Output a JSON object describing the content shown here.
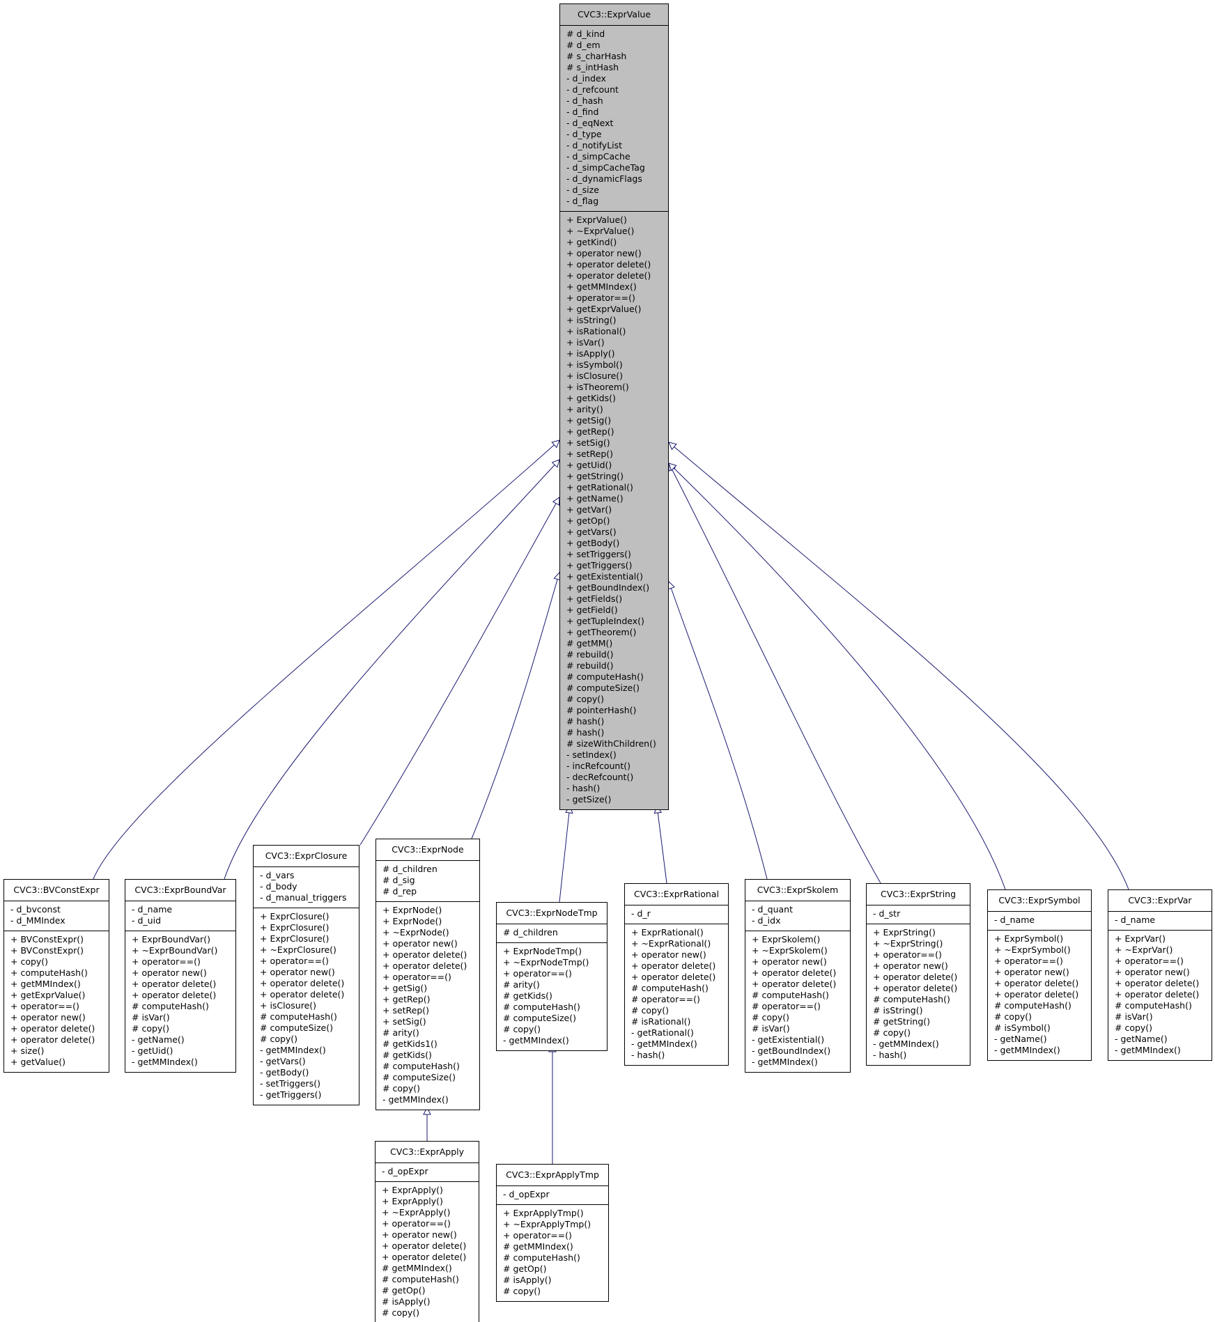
{
  "diagram": {
    "colors": {
      "base_fill": "#bfbfbf",
      "box_fill": "#ffffff",
      "edge": "#191970",
      "border": "#000000"
    },
    "classes": {
      "ExprValue": {
        "title": "CVC3::ExprValue",
        "attributes": [
          "# d_kind",
          "# d_em",
          "# s_charHash",
          "# s_intHash",
          "- d_index",
          "- d_refcount",
          "- d_hash",
          "- d_find",
          "- d_eqNext",
          "- d_type",
          "- d_notifyList",
          "- d_simpCache",
          "- d_simpCacheTag",
          "- d_dynamicFlags",
          "- d_size",
          "- d_flag"
        ],
        "methods": [
          "+ ExprValue()",
          "+ ~ExprValue()",
          "+ getKind()",
          "+ operator new()",
          "+ operator delete()",
          "+ operator delete()",
          "+ getMMIndex()",
          "+ operator==()",
          "+ getExprValue()",
          "+ isString()",
          "+ isRational()",
          "+ isVar()",
          "+ isApply()",
          "+ isSymbol()",
          "+ isClosure()",
          "+ isTheorem()",
          "+ getKids()",
          "+ arity()",
          "+ getSig()",
          "+ getRep()",
          "+ setSig()",
          "+ setRep()",
          "+ getUid()",
          "+ getString()",
          "+ getRational()",
          "+ getName()",
          "+ getVar()",
          "+ getOp()",
          "+ getVars()",
          "+ getBody()",
          "+ setTriggers()",
          "+ getTriggers()",
          "+ getExistential()",
          "+ getBoundIndex()",
          "+ getFields()",
          "+ getField()",
          "+ getTupleIndex()",
          "+ getTheorem()",
          "# getMM()",
          "# rebuild()",
          "# rebuild()",
          "# computeHash()",
          "# computeSize()",
          "# copy()",
          "# pointerHash()",
          "# hash()",
          "# hash()",
          "# sizeWithChildren()",
          "- setIndex()",
          "- incRefcount()",
          "- decRefcount()",
          "- hash()",
          "- getSize()"
        ]
      },
      "BVConstExpr": {
        "title": "CVC3::BVConstExpr",
        "attributes": [
          "- d_bvconst",
          "- d_MMIndex"
        ],
        "methods": [
          "+ BVConstExpr()",
          "+ BVConstExpr()",
          "+ copy()",
          "+ computeHash()",
          "+ getMMIndex()",
          "+ getExprValue()",
          "+ operator==()",
          "+ operator new()",
          "+ operator delete()",
          "+ operator delete()",
          "+ size()",
          "+ getValue()"
        ]
      },
      "ExprBoundVar": {
        "title": "CVC3::ExprBoundVar",
        "attributes": [
          "- d_name",
          "- d_uid"
        ],
        "methods": [
          "+ ExprBoundVar()",
          "+ ~ExprBoundVar()",
          "+ operator==()",
          "+ operator new()",
          "+ operator delete()",
          "+ operator delete()",
          "# computeHash()",
          "# isVar()",
          "# copy()",
          "- getName()",
          "- getUid()",
          "- getMMIndex()"
        ]
      },
      "ExprClosure": {
        "title": "CVC3::ExprClosure",
        "attributes": [
          "- d_vars",
          "- d_body",
          "- d_manual_triggers"
        ],
        "methods": [
          "+ ExprClosure()",
          "+ ExprClosure()",
          "+ ExprClosure()",
          "+ ~ExprClosure()",
          "+ operator==()",
          "+ operator new()",
          "+ operator delete()",
          "+ operator delete()",
          "+ isClosure()",
          "# computeHash()",
          "# computeSize()",
          "# copy()",
          "- getMMIndex()",
          "- getVars()",
          "- getBody()",
          "- setTriggers()",
          "- getTriggers()"
        ]
      },
      "ExprNode": {
        "title": "CVC3::ExprNode",
        "attributes": [
          "# d_children",
          "# d_sig",
          "# d_rep"
        ],
        "methods": [
          "+ ExprNode()",
          "+ ExprNode()",
          "+ ~ExprNode()",
          "+ operator new()",
          "+ operator delete()",
          "+ operator delete()",
          "+ operator==()",
          "+ getSig()",
          "+ getRep()",
          "+ setRep()",
          "+ setSig()",
          "# arity()",
          "# getKids1()",
          "# getKids()",
          "# computeHash()",
          "# computeSize()",
          "# copy()",
          "- getMMIndex()"
        ]
      },
      "ExprNodeTmp": {
        "title": "CVC3::ExprNodeTmp",
        "attributes": [
          "# d_children"
        ],
        "methods": [
          "+ ExprNodeTmp()",
          "+ ~ExprNodeTmp()",
          "+ operator==()",
          "# arity()",
          "# getKids()",
          "# computeHash()",
          "# computeSize()",
          "# copy()",
          "- getMMIndex()"
        ]
      },
      "ExprRational": {
        "title": "CVC3::ExprRational",
        "attributes": [
          "- d_r"
        ],
        "methods": [
          "+ ExprRational()",
          "+ ~ExprRational()",
          "+ operator new()",
          "+ operator delete()",
          "+ operator delete()",
          "# computeHash()",
          "# operator==()",
          "# copy()",
          "# isRational()",
          "- getRational()",
          "- getMMIndex()",
          "- hash()"
        ]
      },
      "ExprSkolem": {
        "title": "CVC3::ExprSkolem",
        "attributes": [
          "- d_quant",
          "- d_idx"
        ],
        "methods": [
          "+ ExprSkolem()",
          "+ ~ExprSkolem()",
          "+ operator new()",
          "+ operator delete()",
          "+ operator delete()",
          "# computeHash()",
          "# operator==()",
          "# copy()",
          "# isVar()",
          "- getExistential()",
          "- getBoundIndex()",
          "- getMMIndex()"
        ]
      },
      "ExprString": {
        "title": "CVC3::ExprString",
        "attributes": [
          "- d_str"
        ],
        "methods": [
          "+ ExprString()",
          "+ ~ExprString()",
          "+ operator==()",
          "+ operator new()",
          "+ operator delete()",
          "+ operator delete()",
          "# computeHash()",
          "# isString()",
          "# getString()",
          "# copy()",
          "- getMMIndex()",
          "- hash()"
        ]
      },
      "ExprSymbol": {
        "title": "CVC3::ExprSymbol",
        "attributes": [
          "- d_name"
        ],
        "methods": [
          "+ ExprSymbol()",
          "+ ~ExprSymbol()",
          "+ operator==()",
          "+ operator new()",
          "+ operator delete()",
          "+ operator delete()",
          "# computeHash()",
          "# copy()",
          "# isSymbol()",
          "- getName()",
          "- getMMIndex()"
        ]
      },
      "ExprVar": {
        "title": "CVC3::ExprVar",
        "attributes": [
          "- d_name"
        ],
        "methods": [
          "+ ExprVar()",
          "+ ~ExprVar()",
          "+ operator==()",
          "+ operator new()",
          "+ operator delete()",
          "+ operator delete()",
          "# computeHash()",
          "# isVar()",
          "# copy()",
          "- getName()",
          "- getMMIndex()"
        ]
      },
      "ExprApply": {
        "title": "CVC3::ExprApply",
        "attributes": [
          "- d_opExpr"
        ],
        "methods": [
          "+ ExprApply()",
          "+ ExprApply()",
          "+ ~ExprApply()",
          "+ operator==()",
          "+ operator new()",
          "+ operator delete()",
          "+ operator delete()",
          "# getMMIndex()",
          "# computeHash()",
          "# getOp()",
          "# isApply()",
          "# copy()"
        ]
      },
      "ExprApplyTmp": {
        "title": "CVC3::ExprApplyTmp",
        "attributes": [
          "- d_opExpr"
        ],
        "methods": [
          "+ ExprApplyTmp()",
          "+ ~ExprApplyTmp()",
          "+ operator==()",
          "# getMMIndex()",
          "# computeHash()",
          "# getOp()",
          "# isApply()",
          "# copy()"
        ]
      }
    },
    "inheritance": [
      {
        "child": "BVConstExpr",
        "parent": "ExprValue"
      },
      {
        "child": "ExprBoundVar",
        "parent": "ExprValue"
      },
      {
        "child": "ExprClosure",
        "parent": "ExprValue"
      },
      {
        "child": "ExprNode",
        "parent": "ExprValue"
      },
      {
        "child": "ExprNodeTmp",
        "parent": "ExprValue"
      },
      {
        "child": "ExprRational",
        "parent": "ExprValue"
      },
      {
        "child": "ExprSkolem",
        "parent": "ExprValue"
      },
      {
        "child": "ExprString",
        "parent": "ExprValue"
      },
      {
        "child": "ExprSymbol",
        "parent": "ExprValue"
      },
      {
        "child": "ExprVar",
        "parent": "ExprValue"
      },
      {
        "child": "ExprApply",
        "parent": "ExprNode"
      },
      {
        "child": "ExprApplyTmp",
        "parent": "ExprNodeTmp"
      }
    ]
  }
}
